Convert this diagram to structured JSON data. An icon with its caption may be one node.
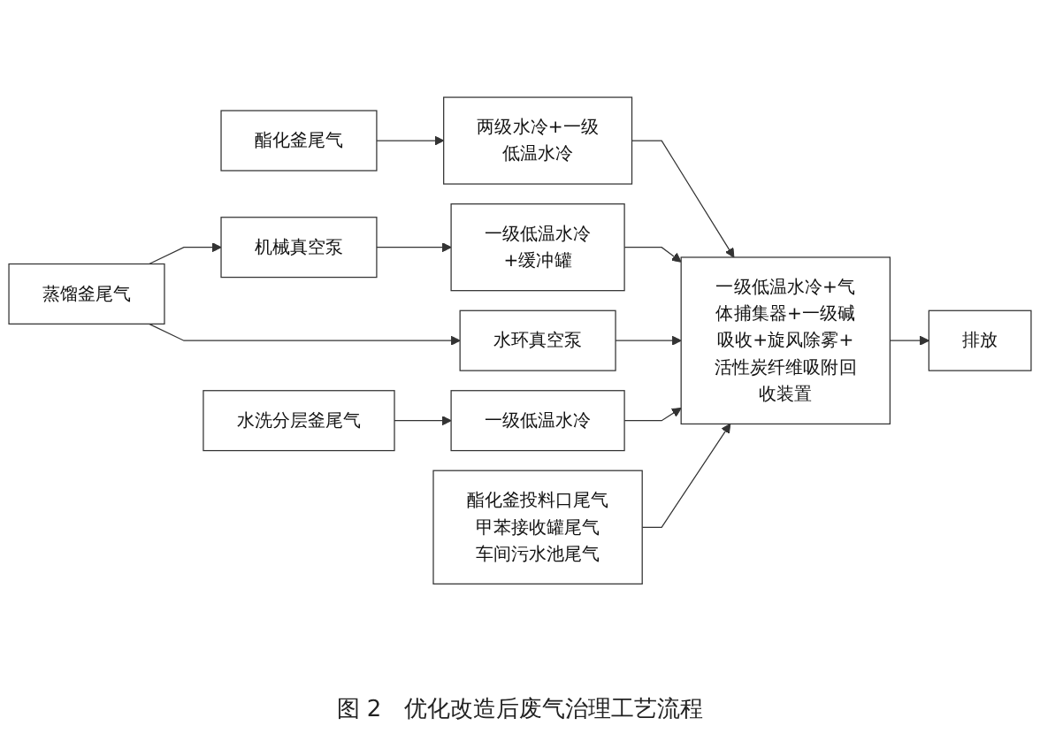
{
  "diagram": {
    "caption": "图 2　优化改造后废气治理工艺流程",
    "nodes": [
      {
        "text": [
          "酯化釜尾气"
        ]
      },
      {
        "text": [
          "两级水冷+一级低温水冷"
        ]
      },
      {
        "text": [
          "蒸馏釜尾气"
        ]
      },
      {
        "text": [
          "机械真空泵"
        ]
      },
      {
        "text": [
          "一级低温水冷+缓冲罐"
        ]
      },
      {
        "text": [
          "水环真空泵"
        ]
      },
      {
        "text": [
          "水洗分层釜尾气"
        ]
      },
      {
        "text": [
          "一级低温水冷"
        ]
      },
      {
        "text": [
          "酯化釜投料口尾气",
          "甲苯接收罐尾气",
          "车间污水池尾气"
        ]
      },
      {
        "text": [
          "一级低温水冷+气体捕集器+一级碱吸收+旋风除雾+活性炭纤维吸附回收装置"
        ]
      },
      {
        "text": [
          "排放"
        ]
      }
    ],
    "edges": [
      {
        "from": 0,
        "to": 1,
        "arrow": "to"
      },
      {
        "from": 1,
        "to": 9,
        "arrow": "to"
      },
      {
        "from": 2,
        "to": 3,
        "arrow": "to"
      },
      {
        "from": 2,
        "to": 5,
        "arrow": "to"
      },
      {
        "from": 3,
        "to": 4,
        "arrow": "to"
      },
      {
        "from": 4,
        "to": 9,
        "arrow": "to"
      },
      {
        "from": 5,
        "to": 9,
        "arrow": "to"
      },
      {
        "from": 6,
        "to": 7,
        "arrow": "to"
      },
      {
        "from": 7,
        "to": 9,
        "arrow": "to"
      },
      {
        "from": 8,
        "to": 9,
        "arrow": "to"
      },
      {
        "from": 9,
        "to": 10,
        "arrow": "to"
      }
    ]
  }
}
